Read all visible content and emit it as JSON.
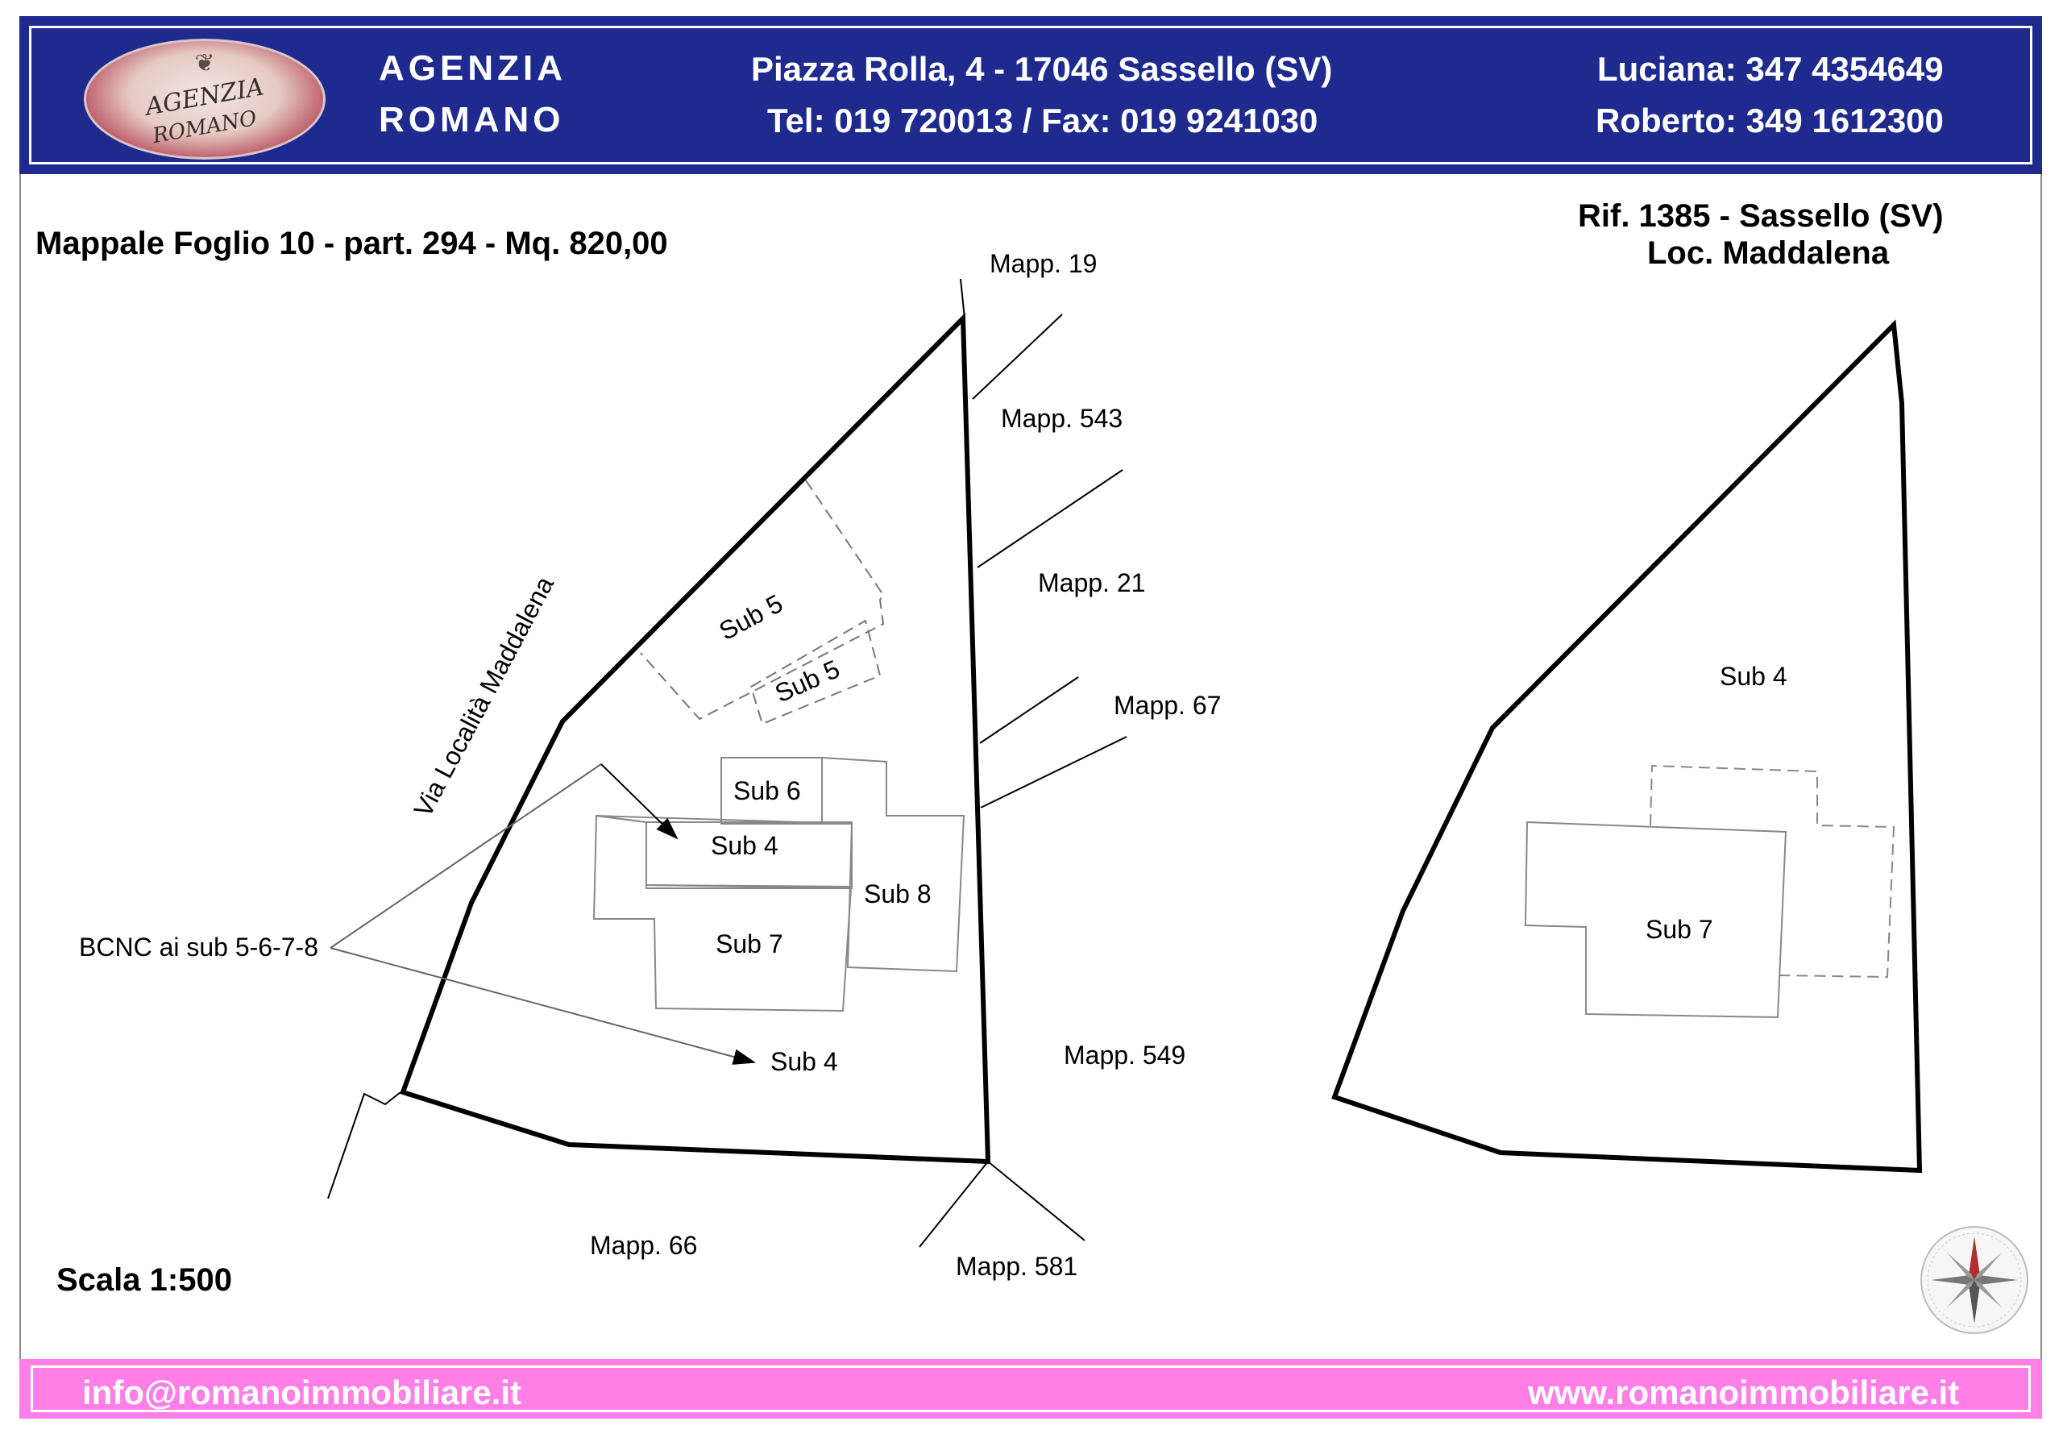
{
  "header": {
    "agency_line1": "AGENZIA",
    "agency_line2": "ROMANO",
    "logo_text1": "AGENZIA",
    "logo_text2": "ROMANO",
    "address": "Piazza Rolla, 4 - 17046 Sassello (SV)",
    "phone_fax": "Tel: 019 720013 / Fax: 019 9241030",
    "contact1": "Luciana: 347 4354649",
    "contact2": "Roberto: 349 1612300"
  },
  "title": {
    "left": "Mappale Foglio 10 - part. 294  - Mq. 820,00",
    "ref_line1": "Rif. 1385 - Sassello (SV)",
    "ref_line2": "Loc. Maddalena",
    "scale": "Scala 1:500"
  },
  "left_plan": {
    "street": "Via Località Maddalena",
    "bcnc": "BCNC ai sub 5-6-7-8",
    "neighbors": {
      "mapp19": "Mapp. 19",
      "mapp543": "Mapp. 543",
      "mapp21": "Mapp. 21",
      "mapp67": "Mapp. 67",
      "mapp549": "Mapp. 549",
      "mapp66": "Mapp. 66",
      "mapp581": "Mapp. 581"
    },
    "units": {
      "sub5_large": "Sub 5",
      "sub5_small": "Sub 5",
      "sub6": "Sub 6",
      "sub4_inner": "Sub 4",
      "sub8": "Sub 8",
      "sub7": "Sub 7",
      "sub4_outer": "Sub 4"
    }
  },
  "right_plan": {
    "sub4": "Sub 4",
    "sub7": "Sub 7"
  },
  "footer": {
    "email": "info@romanoimmobiliare.it",
    "website": "www.romanoimmobiliare.it"
  },
  "colors": {
    "header_bg": "#1f2a8f",
    "footer_bg": "#ff7fe6"
  }
}
